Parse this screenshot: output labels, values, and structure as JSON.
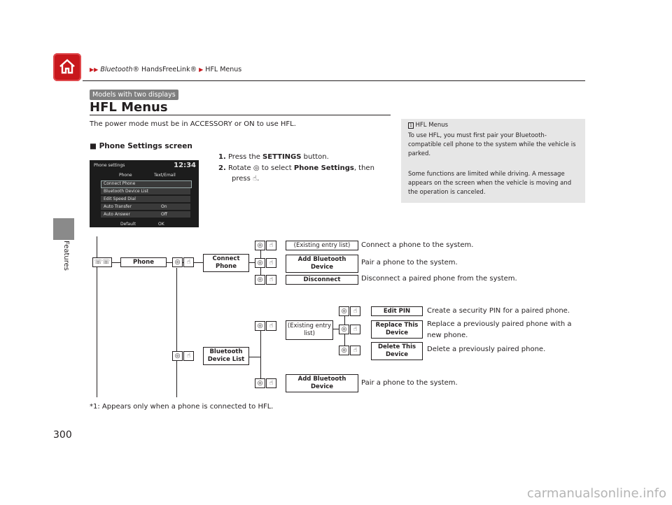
{
  "breadcrumb": {
    "part1": "Bluetooth",
    "part2": "® HandsFreeLink®",
    "part3": "HFL Menus"
  },
  "sidebar": {
    "label": "Features"
  },
  "badge": "Models with two displays",
  "title": "HFL Menus",
  "intro": "The power mode must be in ACCESSORY or ON to use HFL.",
  "section": "■ Phone Settings screen",
  "steps": {
    "s1_num": "1.",
    "s1_a": "Press the ",
    "s1_b": "SETTINGS",
    "s1_c": " button.",
    "s2_num": "2.",
    "s2_a": "Rotate ",
    "s2_b": " to select ",
    "s2_c": "Phone Settings",
    "s2_d": ", then",
    "s2_e": "press ",
    "s2_f": "."
  },
  "note": {
    "title": "HFL Menus",
    "p1": "To use HFL, you must first pair your Bluetooth-compatible cell phone to the system while the vehicle is parked.",
    "p2": "Some functions are limited while driving. A message appears on the screen when the vehicle is moving and the operation is canceled."
  },
  "screen": {
    "header": "Phone settings",
    "clock": "12:34",
    "tab1": "Phone",
    "tab2": "Text/Email",
    "items": [
      "Connect Phone",
      "Bluetooth Device List",
      "Edit Speed Dial",
      "Auto Transfer",
      "Auto Answer"
    ],
    "auto_transfer_val": "On",
    "auto_answer_val": "Off",
    "btn_default": "Default",
    "btn_ok": "OK"
  },
  "diagram": {
    "phone": "Phone",
    "connect_phone": "Connect Phone",
    "existing_list": "(Existing entry list)",
    "add_bt_1": "Add Bluetooth Device",
    "disconnect": "Disconnect",
    "bt_device_list": "Bluetooth Device List",
    "existing_list2": "(Existing entry list)",
    "edit_pin": "Edit PIN",
    "replace_device": "Replace This Device",
    "delete_device": "Delete This Device",
    "add_bt_2": "Add Bluetooth Device",
    "desc_connect": "Connect a phone to the system.",
    "desc_pair1": "Pair a phone to the system.",
    "desc_disconnect": "Disconnect a paired phone from the system.",
    "desc_pin": "Create a security PIN for a paired phone.",
    "desc_replace1": "Replace a previously paired phone with a",
    "desc_replace2": "new phone.",
    "desc_delete": "Delete a previously paired phone.",
    "desc_pair2": "Pair a phone to the system."
  },
  "footnote": "*1: Appears only when a phone is connected to HFL.",
  "page_number": "300",
  "watermark": "carmanualsonline.info",
  "colors": {
    "accent": "#c8171c",
    "badge": "#7f7f7f",
    "note_bg": "#e6e6e6"
  }
}
